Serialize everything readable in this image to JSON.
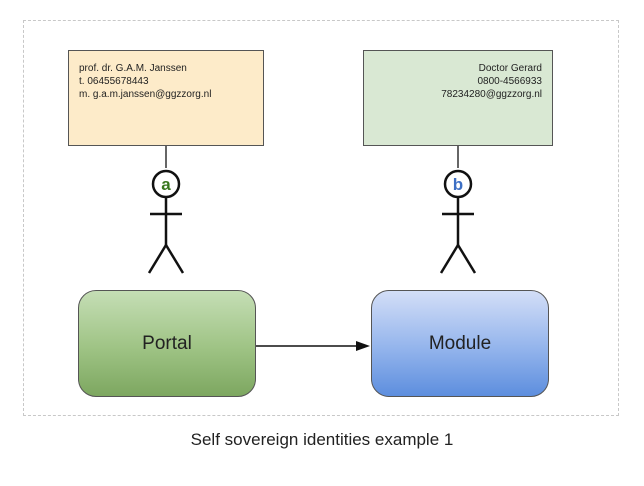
{
  "card_a": {
    "lines": [
      "prof. dr. G.A.M. Janssen",
      "t. 06455678443",
      "m. g.a.m.janssen@ggzzorg.nl"
    ]
  },
  "card_b": {
    "lines": [
      "Doctor Gerard",
      "0800-4566933",
      "78234280@ggzzorg.nl"
    ]
  },
  "actor_a": {
    "badge": "a",
    "badge_color": "#38761d"
  },
  "actor_b": {
    "badge": "b",
    "badge_color": "#3d6fc4"
  },
  "portal": {
    "label": "Portal"
  },
  "module": {
    "label": "Module"
  },
  "caption": "Self sovereign identities example 1"
}
